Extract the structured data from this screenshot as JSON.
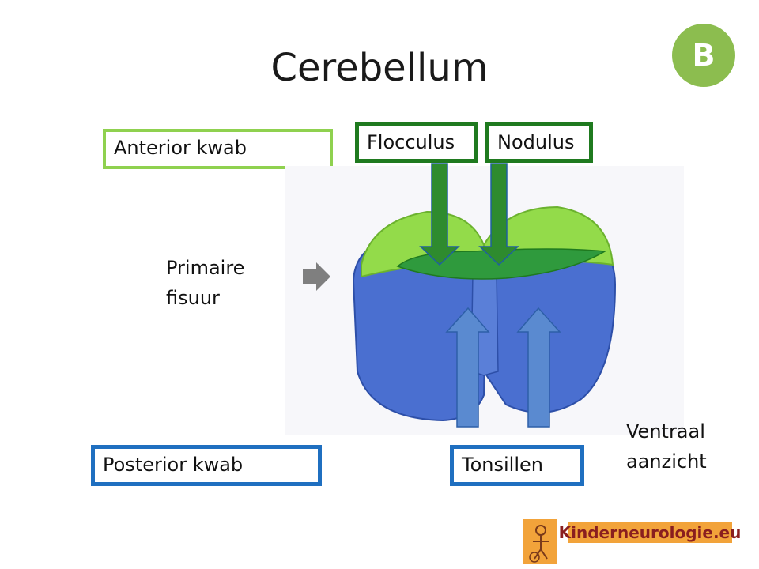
{
  "title": "Cerebellum",
  "badge": "B",
  "labels": {
    "anterior": "Anterior kwab",
    "flocculus": "Flocculus",
    "nodulus": "Nodulus",
    "primary_fissure_line1": "Primaire",
    "primary_fissure_line2": "fisuur",
    "posterior": "Posterior  kwab",
    "tonsils": "Tonsillen",
    "view_line1": "Ventraal",
    "view_line2": "aanzicht"
  },
  "logo": {
    "text": "Kinderneurologie.eu"
  },
  "colors": {
    "badge": "#8cbd4f",
    "anterior_lobe": "#8fd14f",
    "flocculonodular": "#1f7a1f",
    "posterior_lobe": "#4a6fd0",
    "tonsil_arrow": "#5a8ad0",
    "logo_bg": "#f2a33a"
  },
  "icons": [
    "right-arrow-icon",
    "down-arrow-icon",
    "up-arrow-icon"
  ]
}
